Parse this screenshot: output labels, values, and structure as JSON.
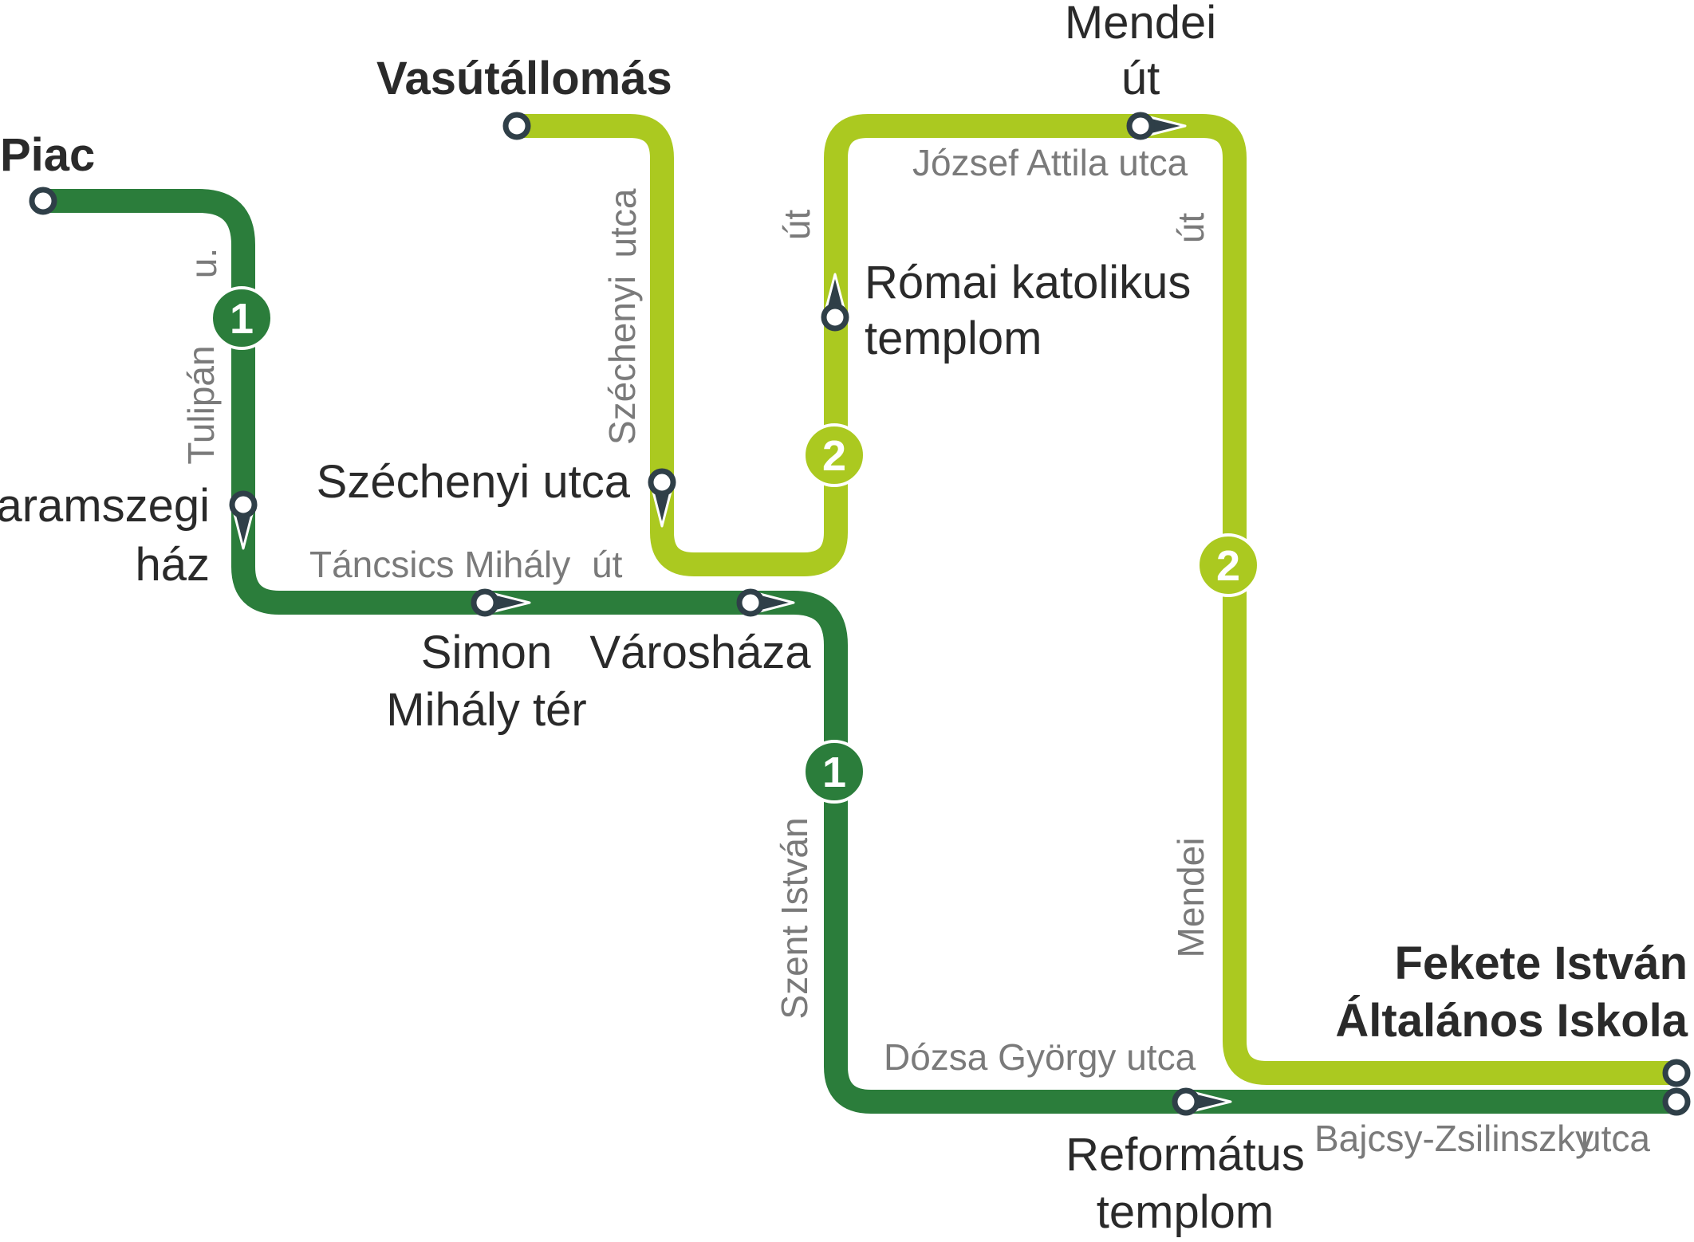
{
  "colors": {
    "line1": "#2b7d3b",
    "line2": "#abc920",
    "stop_ring": "#2f3f48",
    "street_label": "#7a7a7a",
    "stop_label": "#2a2a2a",
    "background": "#ffffff"
  },
  "routes": [
    {
      "id": "1",
      "color_key": "line1",
      "from": "Piac",
      "to": "Fekete István Általános Iskola"
    },
    {
      "id": "2",
      "color_key": "line2",
      "from": "Vasútállomás",
      "to": "Fekete István Általános Iskola"
    }
  ],
  "stops": {
    "piac": "Piac",
    "vasutallomas": "Vasútállomás",
    "garamszegi_1": "Garamszegi",
    "garamszegi_2": "ház",
    "simon_1": "Simon",
    "simon_2": "Mihály tér",
    "varoshaza": "Városháza",
    "szechenyi": "Széchenyi utca",
    "romai_1": "Római katolikus",
    "romai_2": "templom",
    "mendei_1": "Mendei",
    "mendei_2": "út",
    "fekete_1": "Fekete István",
    "fekete_2": "Általános Iskola",
    "reformatus_1": "Református",
    "reformatus_2": "templom"
  },
  "streets": {
    "tulipan_1": "u.",
    "tulipan_2": "Tulipán",
    "tancsics": "Táncsics Mihály",
    "tancsics_ut": "út",
    "szechenyi_1": "utca",
    "szechenyi_2": "Széchenyi",
    "jozsef_attila": "József Attila utca",
    "ut_left": "út",
    "ut_right": "út",
    "mendei": "Mendei",
    "szent_istvan": "Szent István",
    "dozsa": "Dózsa György utca",
    "bajcsy": "Bajcsy-Zsilinszky",
    "bajcsy_utca": "utca"
  },
  "icons": {
    "stop": "stop-circle-icon",
    "stop_arrow": "stop-direction-arrow-icon",
    "stop_pin": "stop-pin-icon",
    "route_badge": "route-number-badge-icon"
  }
}
